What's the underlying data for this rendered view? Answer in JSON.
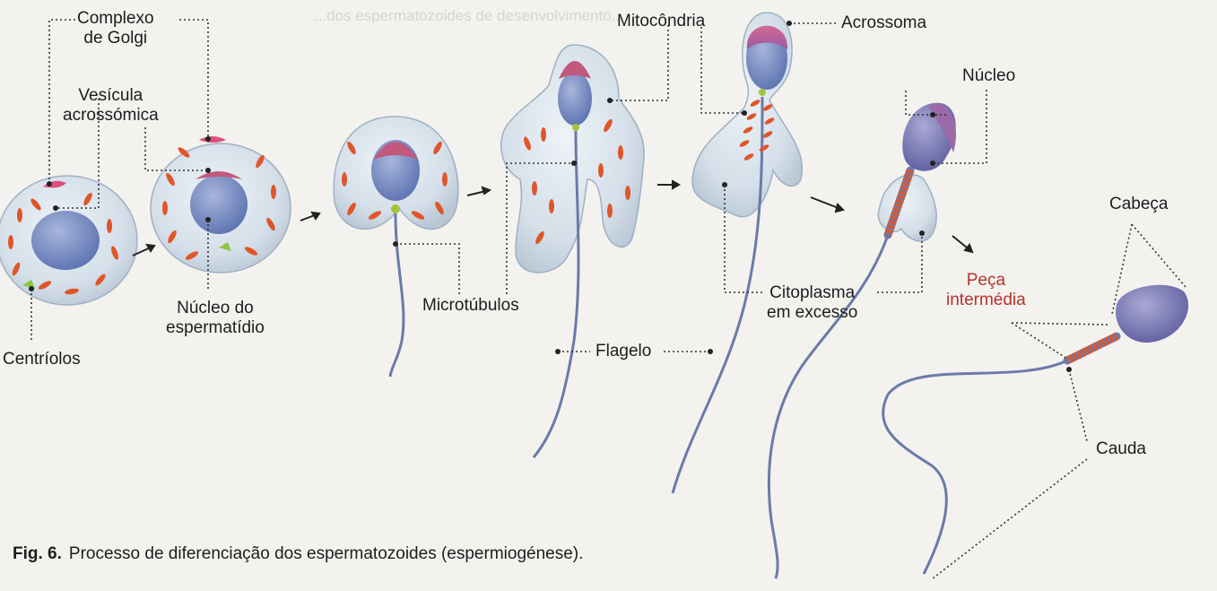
{
  "labels": {
    "complexo_golgi": "Complexo\nde Golgi",
    "vesicula": "Vesícula\nacrossómica",
    "centriolos": "Centríolos",
    "nucleo_espermatidio": "Núcleo do\nespermatídio",
    "microtubulos": "Microtúbulos",
    "mitocondria": "Mitocôndria",
    "acrossoma": "Acrossoma",
    "nucleo": "Núcleo",
    "flagelo": "Flagelo",
    "citoplasma": "Citoplasma\nem excesso",
    "cabeca": "Cabeça",
    "peca_intermedia": "Peça\nintermédia",
    "cauda": "Cauda"
  },
  "caption": {
    "fig": "Fig. 6.",
    "text": "Processo de diferenciação dos espermatozoides (espermiogénese)."
  },
  "colors": {
    "cell_fill": "#d6e1ea",
    "nucleus": "#6f86bf",
    "acrosome": "#c2587e",
    "mitochondria": "#e0552a",
    "golgi": "#dd4f7c",
    "centriole": "#8cc63f",
    "flagellum": "#6b7aa8",
    "peca_label": "#b8322a"
  },
  "bleed_text": "...dos espermatozoides de desenvolvimento..."
}
